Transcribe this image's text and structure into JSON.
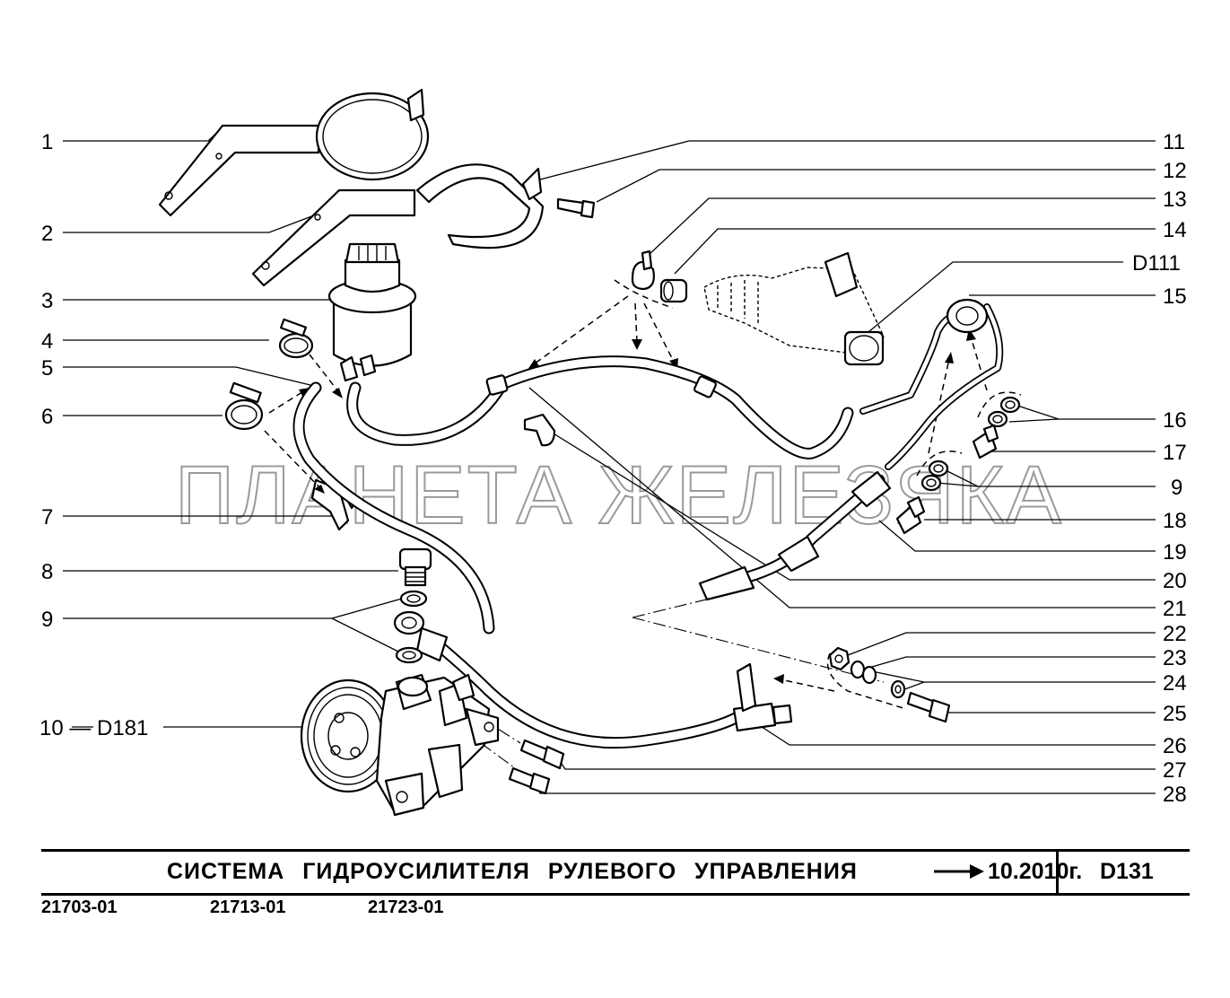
{
  "watermark": "ПЛАНЕТА ЖЕЛЕЗЯКА",
  "title": {
    "text": "СИСТЕМА ГИДРОУСИЛИТЕЛЯ РУЛЕВОГО УПРАВЛЕНИЯ",
    "date": "10.2010г.",
    "sheet_code": "D131"
  },
  "models": [
    "21703-01",
    "21713-01",
    "21723-01"
  ],
  "callouts_left": [
    "1",
    "2",
    "3",
    "4",
    "5",
    "6",
    "7",
    "8",
    "9",
    "10 — D181"
  ],
  "callouts_right": [
    "11",
    "12",
    "13",
    "14",
    "D111",
    "15",
    "16",
    "17",
    "9",
    "18",
    "19",
    "20",
    "21",
    "22",
    "23",
    "24",
    "25",
    "26",
    "27",
    "28"
  ]
}
